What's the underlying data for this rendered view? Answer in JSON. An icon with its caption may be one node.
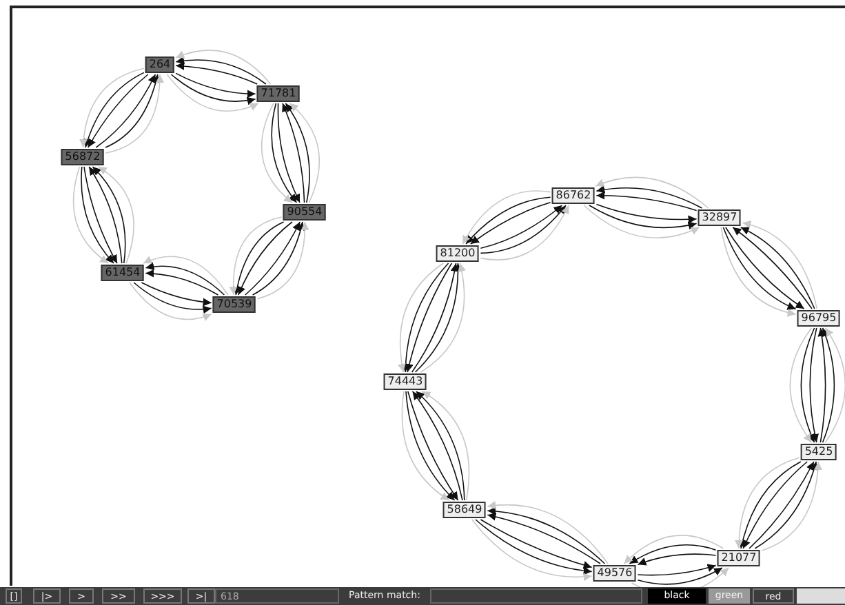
{
  "diagram": {
    "nodes": [
      {
        "text": [
          "264"
        ]
      },
      {
        "text": [
          "71781"
        ]
      },
      {
        "text": [
          "90554"
        ]
      },
      {
        "text": [
          "70539"
        ]
      },
      {
        "text": [
          "61454"
        ]
      },
      {
        "text": [
          "56872"
        ]
      },
      {
        "text": [
          "86762"
        ]
      },
      {
        "text": [
          "32897"
        ]
      },
      {
        "text": [
          "96795"
        ]
      },
      {
        "text": [
          "5425"
        ]
      },
      {
        "text": [
          "21077"
        ]
      },
      {
        "text": [
          "49576"
        ]
      },
      {
        "text": [
          "58649"
        ]
      },
      {
        "text": [
          "74443"
        ]
      },
      {
        "text": [
          "81200"
        ]
      }
    ],
    "edges": [
      {
        "from": 0,
        "to": 1,
        "arrow": "to"
      },
      {
        "from": 1,
        "to": 0,
        "arrow": "to"
      },
      {
        "from": 0,
        "to": 1,
        "arrow": "to"
      },
      {
        "from": 1,
        "to": 0,
        "arrow": "to"
      },
      {
        "from": 0,
        "to": 1,
        "arrow": "to",
        "color": "#c8c8c8"
      },
      {
        "from": 1,
        "to": 0,
        "arrow": "to",
        "color": "#c8c8c8"
      },
      {
        "from": 1,
        "to": 2,
        "arrow": "to"
      },
      {
        "from": 2,
        "to": 1,
        "arrow": "to"
      },
      {
        "from": 1,
        "to": 2,
        "arrow": "to"
      },
      {
        "from": 2,
        "to": 1,
        "arrow": "to"
      },
      {
        "from": 1,
        "to": 2,
        "arrow": "to",
        "color": "#c8c8c8"
      },
      {
        "from": 2,
        "to": 1,
        "arrow": "to",
        "color": "#c8c8c8"
      },
      {
        "from": 2,
        "to": 3,
        "arrow": "to"
      },
      {
        "from": 3,
        "to": 2,
        "arrow": "to"
      },
      {
        "from": 2,
        "to": 3,
        "arrow": "to"
      },
      {
        "from": 3,
        "to": 2,
        "arrow": "to"
      },
      {
        "from": 2,
        "to": 3,
        "arrow": "to",
        "color": "#c8c8c8"
      },
      {
        "from": 3,
        "to": 2,
        "arrow": "to",
        "color": "#c8c8c8"
      },
      {
        "from": 3,
        "to": 4,
        "arrow": "to"
      },
      {
        "from": 4,
        "to": 3,
        "arrow": "to"
      },
      {
        "from": 3,
        "to": 4,
        "arrow": "to"
      },
      {
        "from": 4,
        "to": 3,
        "arrow": "to"
      },
      {
        "from": 3,
        "to": 4,
        "arrow": "to",
        "color": "#c8c8c8"
      },
      {
        "from": 4,
        "to": 3,
        "arrow": "to",
        "color": "#c8c8c8"
      },
      {
        "from": 4,
        "to": 5,
        "arrow": "to"
      },
      {
        "from": 5,
        "to": 4,
        "arrow": "to"
      },
      {
        "from": 4,
        "to": 5,
        "arrow": "to"
      },
      {
        "from": 5,
        "to": 4,
        "arrow": "to"
      },
      {
        "from": 4,
        "to": 5,
        "arrow": "to",
        "color": "#c8c8c8"
      },
      {
        "from": 5,
        "to": 4,
        "arrow": "to",
        "color": "#c8c8c8"
      },
      {
        "from": 5,
        "to": 0,
        "arrow": "to"
      },
      {
        "from": 0,
        "to": 5,
        "arrow": "to"
      },
      {
        "from": 5,
        "to": 0,
        "arrow": "to"
      },
      {
        "from": 0,
        "to": 5,
        "arrow": "to"
      },
      {
        "from": 5,
        "to": 0,
        "arrow": "to",
        "color": "#c8c8c8"
      },
      {
        "from": 0,
        "to": 5,
        "arrow": "to",
        "color": "#c8c8c8"
      },
      {
        "from": 6,
        "to": 7,
        "arrow": "to"
      },
      {
        "from": 7,
        "to": 6,
        "arrow": "to"
      },
      {
        "from": 6,
        "to": 7,
        "arrow": "to"
      },
      {
        "from": 7,
        "to": 6,
        "arrow": "to"
      },
      {
        "from": 6,
        "to": 7,
        "arrow": "to",
        "color": "#c8c8c8"
      },
      {
        "from": 7,
        "to": 6,
        "arrow": "to",
        "color": "#c8c8c8"
      },
      {
        "from": 7,
        "to": 8,
        "arrow": "to"
      },
      {
        "from": 8,
        "to": 7,
        "arrow": "to"
      },
      {
        "from": 7,
        "to": 8,
        "arrow": "to"
      },
      {
        "from": 8,
        "to": 7,
        "arrow": "to"
      },
      {
        "from": 7,
        "to": 8,
        "arrow": "to",
        "color": "#c8c8c8"
      },
      {
        "from": 8,
        "to": 7,
        "arrow": "to",
        "color": "#c8c8c8"
      },
      {
        "from": 8,
        "to": 9,
        "arrow": "to"
      },
      {
        "from": 9,
        "to": 8,
        "arrow": "to"
      },
      {
        "from": 8,
        "to": 9,
        "arrow": "to"
      },
      {
        "from": 9,
        "to": 8,
        "arrow": "to"
      },
      {
        "from": 8,
        "to": 9,
        "arrow": "to",
        "color": "#c8c8c8"
      },
      {
        "from": 9,
        "to": 8,
        "arrow": "to",
        "color": "#c8c8c8"
      },
      {
        "from": 9,
        "to": 10,
        "arrow": "to"
      },
      {
        "from": 10,
        "to": 9,
        "arrow": "to"
      },
      {
        "from": 9,
        "to": 10,
        "arrow": "to"
      },
      {
        "from": 10,
        "to": 9,
        "arrow": "to"
      },
      {
        "from": 9,
        "to": 10,
        "arrow": "to",
        "color": "#c8c8c8"
      },
      {
        "from": 10,
        "to": 9,
        "arrow": "to",
        "color": "#c8c8c8"
      },
      {
        "from": 10,
        "to": 11,
        "arrow": "to"
      },
      {
        "from": 11,
        "to": 10,
        "arrow": "to"
      },
      {
        "from": 10,
        "to": 11,
        "arrow": "to"
      },
      {
        "from": 11,
        "to": 10,
        "arrow": "to"
      },
      {
        "from": 10,
        "to": 11,
        "arrow": "to",
        "color": "#c8c8c8"
      },
      {
        "from": 11,
        "to": 10,
        "arrow": "to",
        "color": "#c8c8c8"
      },
      {
        "from": 11,
        "to": 12,
        "arrow": "to"
      },
      {
        "from": 12,
        "to": 11,
        "arrow": "to"
      },
      {
        "from": 11,
        "to": 12,
        "arrow": "to"
      },
      {
        "from": 12,
        "to": 11,
        "arrow": "to"
      },
      {
        "from": 11,
        "to": 12,
        "arrow": "to",
        "color": "#c8c8c8"
      },
      {
        "from": 12,
        "to": 11,
        "arrow": "to",
        "color": "#c8c8c8"
      },
      {
        "from": 12,
        "to": 13,
        "arrow": "to"
      },
      {
        "from": 13,
        "to": 12,
        "arrow": "to"
      },
      {
        "from": 12,
        "to": 13,
        "arrow": "to"
      },
      {
        "from": 13,
        "to": 12,
        "arrow": "to"
      },
      {
        "from": 12,
        "to": 13,
        "arrow": "to",
        "color": "#c8c8c8"
      },
      {
        "from": 13,
        "to": 12,
        "arrow": "to",
        "color": "#c8c8c8"
      },
      {
        "from": 13,
        "to": 14,
        "arrow": "to"
      },
      {
        "from": 14,
        "to": 13,
        "arrow": "to"
      },
      {
        "from": 13,
        "to": 14,
        "arrow": "to"
      },
      {
        "from": 14,
        "to": 13,
        "arrow": "to"
      },
      {
        "from": 13,
        "to": 14,
        "arrow": "to",
        "color": "#c8c8c8"
      },
      {
        "from": 14,
        "to": 13,
        "arrow": "to",
        "color": "#c8c8c8"
      },
      {
        "from": 14,
        "to": 6,
        "arrow": "to"
      },
      {
        "from": 6,
        "to": 14,
        "arrow": "to"
      },
      {
        "from": 14,
        "to": 6,
        "arrow": "to"
      },
      {
        "from": 6,
        "to": 14,
        "arrow": "to"
      },
      {
        "from": 14,
        "to": 6,
        "arrow": "to",
        "color": "#c8c8c8"
      },
      {
        "from": 6,
        "to": 14,
        "arrow": "to",
        "color": "#c8c8c8"
      }
    ],
    "labels": [
      "[]",
      "|>",
      ">",
      ">>",
      ">>>",
      ">|",
      "618",
      "Pattern match:",
      "black",
      "green",
      "red"
    ]
  }
}
